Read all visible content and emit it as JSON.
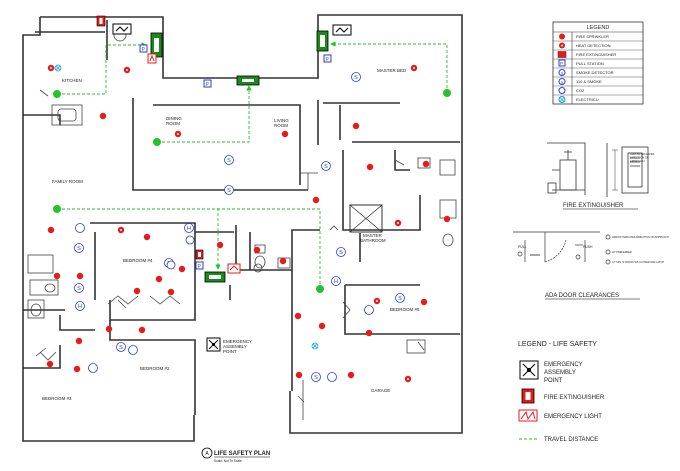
{
  "rooms": {
    "kitchen": "KITCHEN",
    "dining": [
      "DINING",
      "ROOM"
    ],
    "living": [
      "LIVING",
      "ROOM"
    ],
    "master_bed": "MASTER BED",
    "family": "FAMILY ROOM",
    "master_bath": [
      "MASTER",
      "BATHROOM"
    ],
    "bedroom4": "BEDROOM #4",
    "bedroom2": "BEDROOM #2",
    "bedroom3": "BEDROOM #3",
    "bedroom5": "BEDROOM #5",
    "garage": "GARAGE"
  },
  "assembly_label": [
    "EMERGENCY",
    "ASSEMBLY",
    "POINT"
  ],
  "plan_title": {
    "marker": "A",
    "title": "LIFE SAFETY PLAN",
    "scale": "Scale: Not To Scale"
  },
  "symbol_legend": {
    "title": "LEGEND",
    "items": [
      {
        "icon": "fire-sprinkler",
        "label": "FIRE SPRINKLER"
      },
      {
        "icon": "heat-detection",
        "label": "HEAT DETECTION"
      },
      {
        "icon": "fire-extinguisher",
        "label": "FIRE EXTINGUISHER"
      },
      {
        "icon": "pull-station",
        "label": "PULL STATION"
      },
      {
        "icon": "smoke-detector",
        "label": "SMOKE DETECTOR"
      },
      {
        "icon": "110-smoke",
        "label": "110 & SMOKE"
      },
      {
        "icon": "co2",
        "label": "CO2"
      },
      {
        "icon": "electric",
        "label": "ELECTRICU"
      }
    ]
  },
  "detail_extinguisher": {
    "title": "FIRE EXTINGUISHER",
    "note": [
      "ARROW INDICATES",
      "DIRECTION OF",
      "APPROACH"
    ]
  },
  "detail_ada": {
    "title": "ADA DOOR CLEARANCES",
    "pull": "PULL",
    "push": "PUSH",
    "notes": [
      "ARROW INDICATES DIRECTION OF APPROACH",
      "18\" PREFERRED",
      "12\" MIN. IF DOOR HAS CLOSER AND LATCH"
    ]
  },
  "life_safety_legend": {
    "title": "LEGEND - LIFE SAFETY",
    "items": [
      {
        "icon": "assembly-point",
        "label": [
          "EMERGENCY",
          "ASSEMBLY",
          "POINT"
        ]
      },
      {
        "icon": "fire-extinguisher",
        "label": [
          "FIRE EXTINGUISHER"
        ]
      },
      {
        "icon": "emergency-light",
        "label": [
          "EMERGENCY LIGHT"
        ]
      },
      {
        "icon": "travel-distance",
        "label": [
          "TRAVEL DISTANCE"
        ]
      }
    ]
  },
  "colors": {
    "wall": "#333333",
    "sprinkler": "#e81b1b",
    "detector": "#2f3fc8",
    "travel": "#27c22b",
    "exit": "#1a8a1a",
    "co2_ring": "#00a0d8"
  }
}
